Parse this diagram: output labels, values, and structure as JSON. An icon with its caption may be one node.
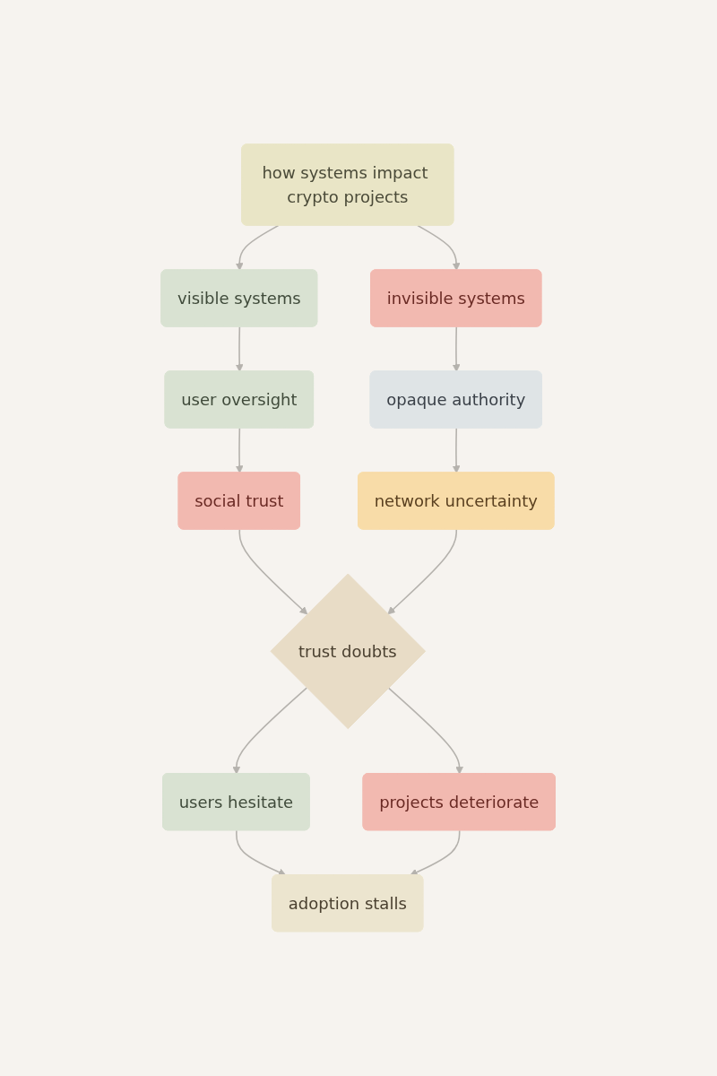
{
  "diagram": {
    "nodes": [
      {
        "text": [
          "how systems impact crypto projects"
        ]
      },
      {
        "text": [
          "visible systems"
        ]
      },
      {
        "text": [
          "invisible systems"
        ]
      },
      {
        "text": [
          "user oversight"
        ]
      },
      {
        "text": [
          "opaque authority"
        ]
      },
      {
        "text": [
          "social trust"
        ]
      },
      {
        "text": [
          "network uncertainty"
        ]
      },
      {
        "text": [
          "trust doubts"
        ]
      },
      {
        "text": [
          "users hesitate"
        ]
      },
      {
        "text": [
          "projects deteriorate"
        ]
      },
      {
        "text": [
          "adoption stalls"
        ]
      }
    ],
    "edges": [
      {
        "from": 0,
        "to": 1,
        "arrow": "to"
      },
      {
        "from": 0,
        "to": 2,
        "arrow": "to"
      },
      {
        "from": 1,
        "to": 3,
        "arrow": "to"
      },
      {
        "from": 2,
        "to": 4,
        "arrow": "to"
      },
      {
        "from": 3,
        "to": 5,
        "arrow": "to"
      },
      {
        "from": 4,
        "to": 6,
        "arrow": "to"
      },
      {
        "from": 5,
        "to": 7,
        "arrow": "to"
      },
      {
        "from": 6,
        "to": 7,
        "arrow": "to"
      },
      {
        "from": 7,
        "to": 8,
        "arrow": "to"
      },
      {
        "from": 7,
        "to": 9,
        "arrow": "to"
      },
      {
        "from": 8,
        "to": 10,
        "arrow": "to"
      },
      {
        "from": 9,
        "to": 10,
        "arrow": "to"
      }
    ]
  }
}
